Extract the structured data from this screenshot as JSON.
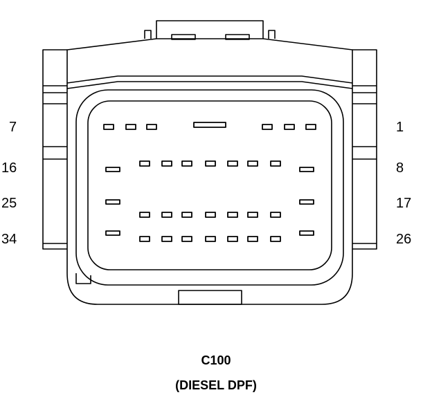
{
  "connector": {
    "id": "C100",
    "description": "(DIESEL DPF)"
  },
  "pin_labels": {
    "left": [
      "7",
      "16",
      "25",
      "34"
    ],
    "right": [
      "1",
      "8",
      "17",
      "26"
    ]
  },
  "style": {
    "line_color": "#000000",
    "background": "#ffffff"
  }
}
